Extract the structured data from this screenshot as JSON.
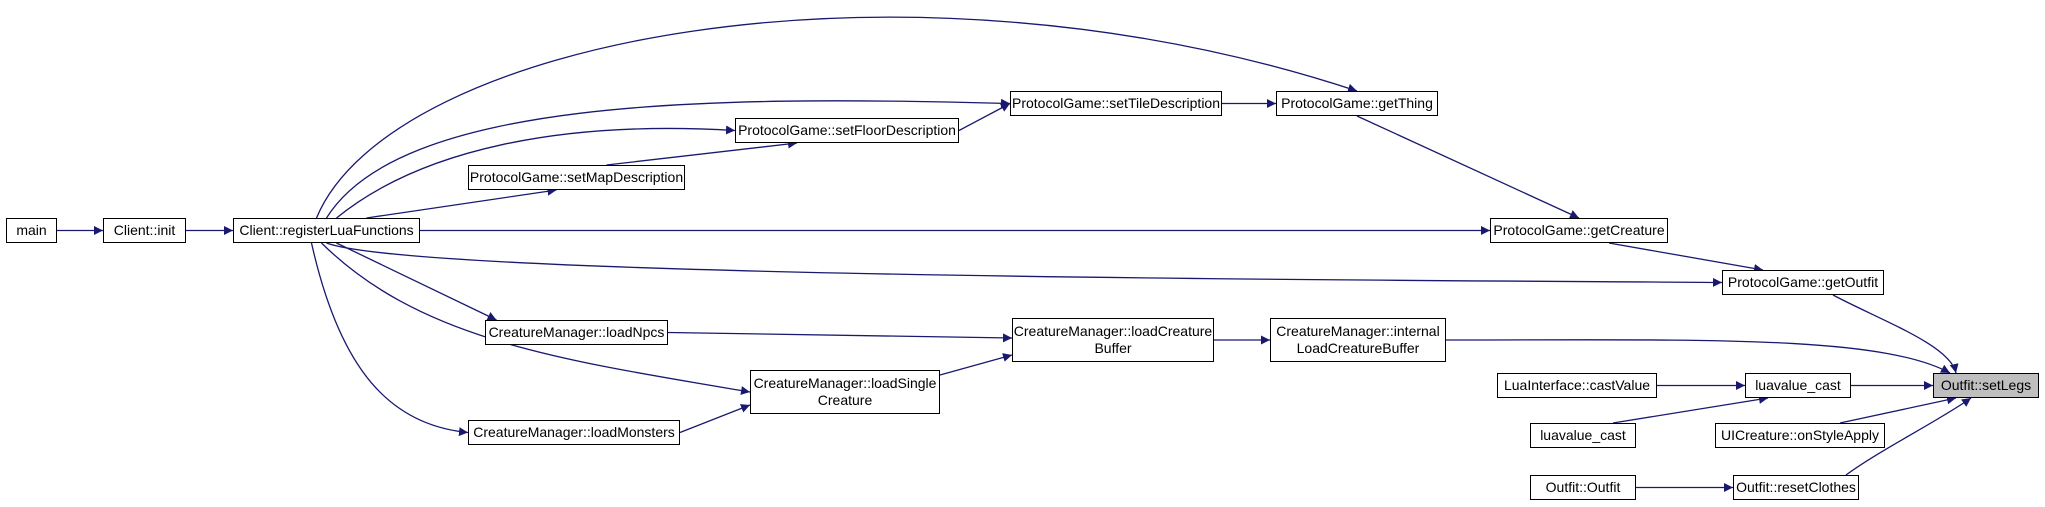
{
  "diagram": {
    "edge_color": "#191970",
    "focus_fill": "#bfbfbf",
    "nodes": [
      {
        "id": "main",
        "label": "main"
      },
      {
        "id": "client_init",
        "label": "Client::init"
      },
      {
        "id": "register",
        "label": "Client::registerLuaFunctions"
      },
      {
        "id": "mapdesc",
        "label": "ProtocolGame::setMapDescription"
      },
      {
        "id": "floordesc",
        "label": "ProtocolGame::setFloorDescription"
      },
      {
        "id": "tiledesc",
        "label": "ProtocolGame::setTileDescription"
      },
      {
        "id": "getthing",
        "label": "ProtocolGame::getThing"
      },
      {
        "id": "getcreature",
        "label": "ProtocolGame::getCreature"
      },
      {
        "id": "getoutfit",
        "label": "ProtocolGame::getOutfit"
      },
      {
        "id": "loadnpcs",
        "label": "CreatureManager::loadNpcs"
      },
      {
        "id": "loadcreaturebuffer",
        "label": "CreatureManager::loadCreature\nBuffer"
      },
      {
        "id": "internalload",
        "label": "CreatureManager::internal\nLoadCreatureBuffer"
      },
      {
        "id": "loadsingle",
        "label": "CreatureManager::loadSingle\nCreature"
      },
      {
        "id": "loadmonsters",
        "label": "CreatureManager::loadMonsters"
      },
      {
        "id": "castvalue",
        "label": "LuaInterface::castValue"
      },
      {
        "id": "luavalue1",
        "label": "luavalue_cast"
      },
      {
        "id": "luavalue2",
        "label": "luavalue_cast"
      },
      {
        "id": "onstyle",
        "label": "UICreature::onStyleApply"
      },
      {
        "id": "outfit_ctor",
        "label": "Outfit::Outfit"
      },
      {
        "id": "resetclothes",
        "label": "Outfit::resetClothes"
      },
      {
        "id": "setlegs",
        "label": "Outfit::setLegs"
      }
    ],
    "edges": [
      [
        "main",
        "client_init"
      ],
      [
        "client_init",
        "register"
      ],
      [
        "register",
        "mapdesc"
      ],
      [
        "register",
        "floordesc"
      ],
      [
        "register",
        "tiledesc"
      ],
      [
        "register",
        "getthing"
      ],
      [
        "register",
        "getcreature"
      ],
      [
        "register",
        "getoutfit"
      ],
      [
        "register",
        "loadnpcs"
      ],
      [
        "register",
        "loadsingle"
      ],
      [
        "register",
        "loadmonsters"
      ],
      [
        "mapdesc",
        "floordesc"
      ],
      [
        "floordesc",
        "tiledesc"
      ],
      [
        "tiledesc",
        "getthing"
      ],
      [
        "getthing",
        "getcreature"
      ],
      [
        "getcreature",
        "getoutfit"
      ],
      [
        "getoutfit",
        "setlegs"
      ],
      [
        "loadnpcs",
        "loadcreaturebuffer"
      ],
      [
        "loadsingle",
        "loadcreaturebuffer"
      ],
      [
        "loadmonsters",
        "loadsingle"
      ],
      [
        "loadcreaturebuffer",
        "internalload"
      ],
      [
        "internalload",
        "setlegs"
      ],
      [
        "castvalue",
        "luavalue1"
      ],
      [
        "luavalue1",
        "setlegs"
      ],
      [
        "luavalue2",
        "luavalue1"
      ],
      [
        "onstyle",
        "setlegs"
      ],
      [
        "outfit_ctor",
        "resetclothes"
      ],
      [
        "resetclothes",
        "setlegs"
      ]
    ]
  }
}
